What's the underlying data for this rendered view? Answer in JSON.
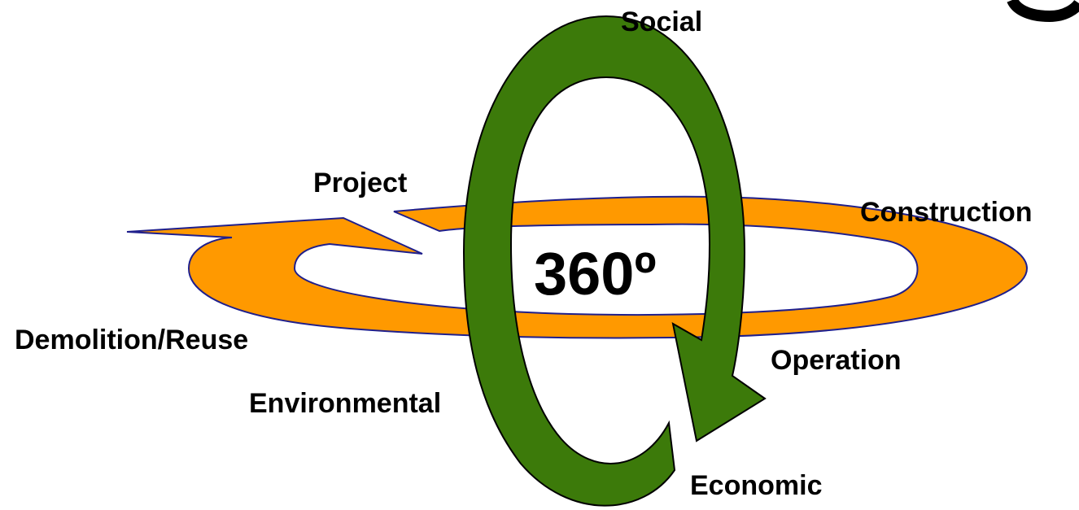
{
  "diagram": {
    "center_label": "360º",
    "lifecycle_labels": {
      "project": "Project",
      "construction": "Construction",
      "operation": "Operation",
      "demolition": "Demolition/Reuse"
    },
    "dimension_labels": {
      "social": "Social",
      "environmental": "Environmental",
      "economic": "Economic"
    },
    "colors": {
      "lifecycle_arrow": "#FF9900",
      "lifecycle_outline": "#1F1F8C",
      "dimension_arrow": "#3C7A0A",
      "dimension_outline": "#000000",
      "text": "#000000"
    }
  }
}
